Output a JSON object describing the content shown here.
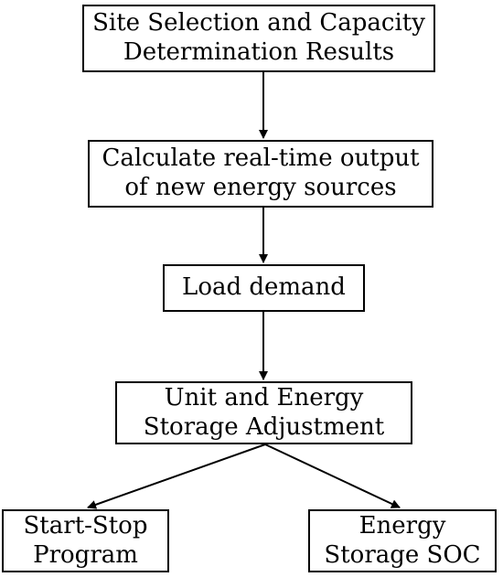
{
  "boxes": {
    "site_selection": [
      "Site Selection and Capacity",
      "Determination Results"
    ],
    "calculate_output": [
      "Calculate real-time output",
      "of new energy sources"
    ],
    "load_demand": [
      "Load demand"
    ],
    "unit_storage": [
      "Unit and Energy",
      "Storage Adjustment"
    ],
    "start_stop": [
      "Start-Stop",
      "Program"
    ],
    "energy_storage": [
      "Energy",
      "Storage SOC"
    ]
  },
  "edges": [
    {
      "from": "site_selection",
      "to": "calculate_output"
    },
    {
      "from": "calculate_output",
      "to": "load_demand"
    },
    {
      "from": "load_demand",
      "to": "unit_storage"
    },
    {
      "from": "unit_storage",
      "to": "start_stop"
    },
    {
      "from": "unit_storage",
      "to": "energy_storage"
    }
  ],
  "colors": {
    "stroke": "#000000",
    "background": "#ffffff",
    "text": "#000000"
  }
}
